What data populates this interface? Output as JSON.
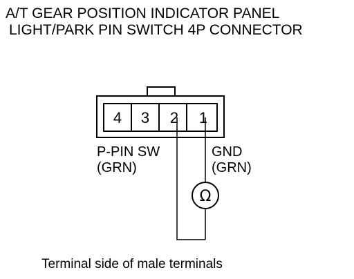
{
  "title": {
    "line1": "A/T GEAR POSITION INDICATOR PANEL",
    "line2": "LIGHT/PARK PIN SWITCH 4P CONNECTOR"
  },
  "connector": {
    "pins": [
      "4",
      "3",
      "2",
      "1"
    ]
  },
  "labels": {
    "p_pin_sw": "P-PIN SW",
    "p_pin_sw_color": "(GRN)",
    "gnd": "GND",
    "gnd_color": "(GRN)"
  },
  "meter": {
    "symbol": "Ω",
    "icon": "ohmmeter-icon"
  },
  "caption": "Terminal side of male terminals"
}
